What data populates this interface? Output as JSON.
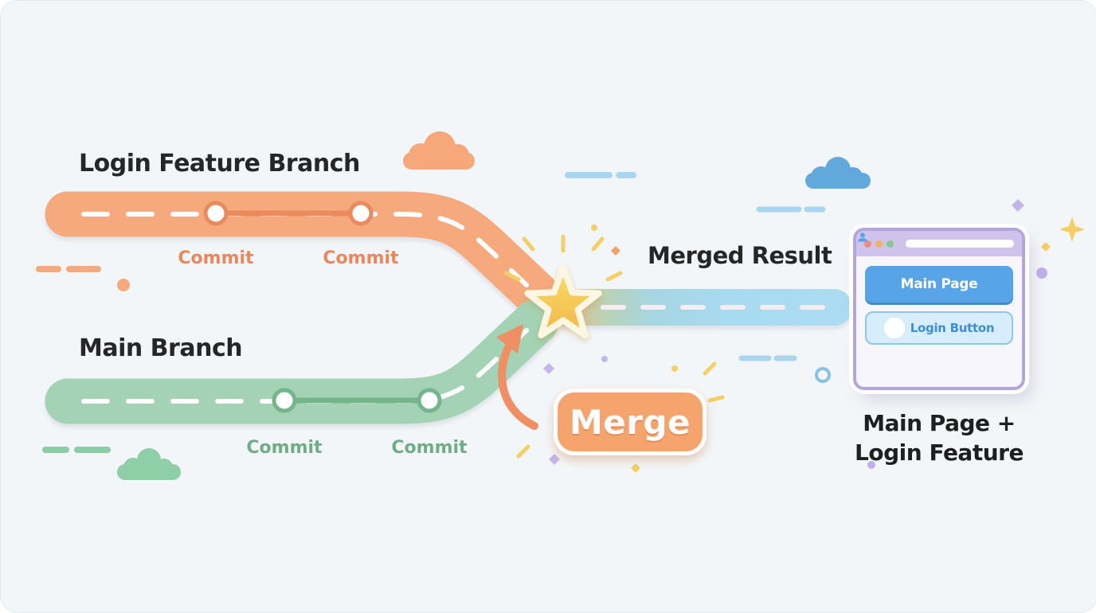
{
  "labels": {
    "feature_branch": "Login Feature Branch",
    "main_branch": "Main Branch",
    "merged_result": "Merged Result",
    "merge_badge": "Merge",
    "result_caption_line1": "Main Page +",
    "result_caption_line2": "Login Feature"
  },
  "commits": {
    "feature": [
      "Commit",
      "Commit"
    ],
    "main": [
      "Commit",
      "Commit"
    ]
  },
  "browser_window": {
    "main_page_button": "Main Page",
    "login_button": "Login Button"
  },
  "icons": {
    "star": "five-point-star",
    "merge_arrow": "curved-arrow",
    "person": "user-silhouette",
    "cloud": "cloud",
    "sparkle": "sparkle",
    "window_dots": "traffic-light-dots"
  },
  "colors": {
    "background": "#f3f6f8",
    "feature_road": "#f6a97c",
    "main_road": "#a3d3b4",
    "merged_road_blue": "#abdcf2",
    "commit_feature_text": "#e8885c",
    "commit_main_text": "#6fae85",
    "star_fill": "#f6ce4f",
    "merge_badge_bg": "#f5a46e",
    "browser_frame": "#b3a5de",
    "main_page_button_bg": "#57a5e8",
    "login_button_text": "#3e8ed6",
    "heading_text": "#262626"
  }
}
